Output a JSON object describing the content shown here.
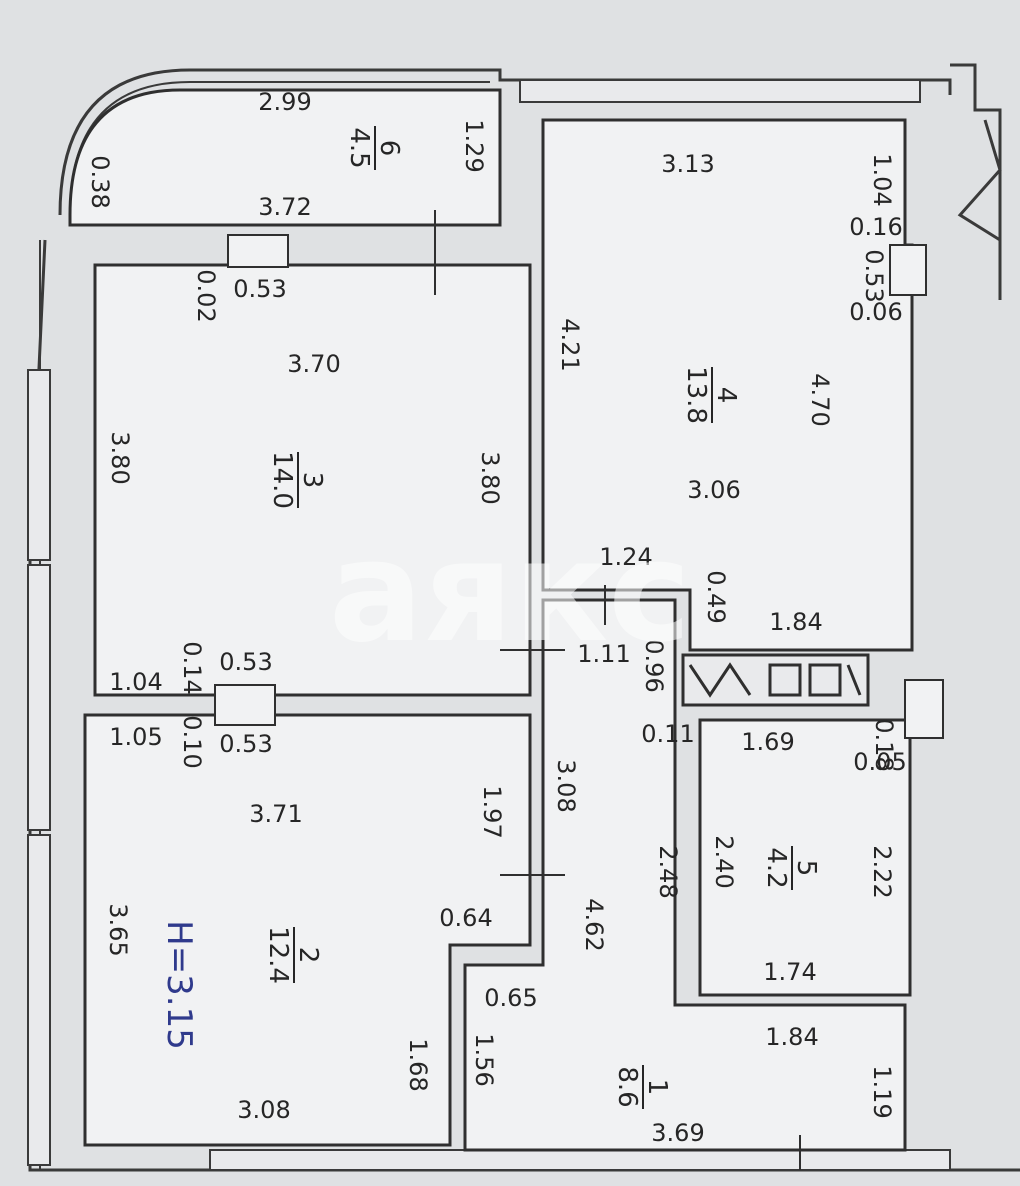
{
  "watermark": "аякс",
  "ceiling_height": "H=3.15",
  "rooms": [
    {
      "id": "6",
      "area": "4.5"
    },
    {
      "id": "3",
      "area": "14.0"
    },
    {
      "id": "4",
      "area": "13.8"
    },
    {
      "id": "2",
      "area": "12.4"
    },
    {
      "id": "5",
      "area": "4.2"
    },
    {
      "id": "1",
      "area": "8.6"
    }
  ],
  "dims": {
    "d299": "2.99",
    "d372": "3.72",
    "d038": "0.38",
    "d129": "1.29",
    "d313": "3.13",
    "d104a": "1.04",
    "d016": "0.16",
    "d053a": "0.53",
    "d006": "0.06",
    "d002": "0.02",
    "d053b": "0.53",
    "d370": "3.70",
    "d380a": "3.80",
    "d380b": "3.80",
    "d421": "4.21",
    "d470": "4.70",
    "d306": "3.06",
    "d124": "1.24",
    "d049": "0.49",
    "d184a": "1.84",
    "d111": "1.11",
    "d096": "0.96",
    "d011": "0.11",
    "d169": "1.69",
    "d018": "0.18",
    "d005": "0.05",
    "d104b": "1.04",
    "d014": "0.14",
    "d053c": "0.53",
    "d105": "1.05",
    "d010": "0.10",
    "d053d": "0.53",
    "d371": "3.71",
    "d197": "1.97",
    "d308a": "3.08",
    "d248": "2.48",
    "d240": "2.40",
    "d222": "2.22",
    "d365": "3.65",
    "d064": "0.64",
    "d462": "4.62",
    "d174": "1.74",
    "d065": "0.65",
    "d184b": "1.84",
    "d156": "1.56",
    "d168": "1.68",
    "d119": "1.19",
    "d308b": "3.08",
    "d369": "3.69"
  }
}
